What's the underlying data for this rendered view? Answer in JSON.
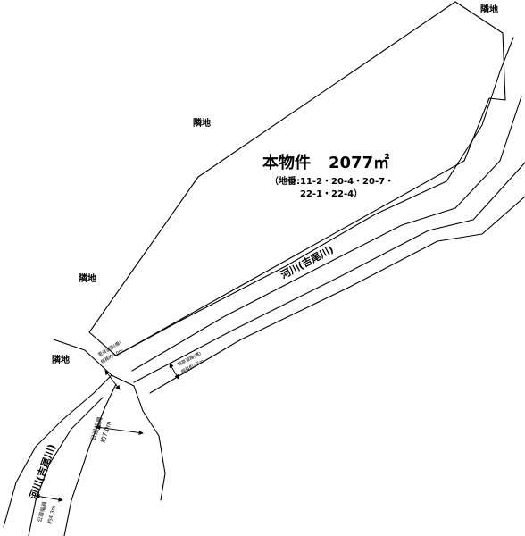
{
  "neighbors": [
    "隣地",
    "隣地",
    "隣地",
    "隣地"
  ],
  "property": {
    "name": "本物件",
    "area": "2077㎡",
    "lot_line1": "（地番:11-2・20-4・20-7・",
    "lot_line2": "22-1・22-4）"
  },
  "river": {
    "upper_label": "河川(吉尾川)",
    "lower_label": "河川(吉尾川)"
  },
  "roads": {
    "bridge_note_1": "里道道路(橋)",
    "bridge_note_2": "幅員約4.0m",
    "farm_note_1": "野原道路(橋)",
    "farm_note_2": "幅員約1.5m",
    "public_road_1": "公道幅員",
    "public_road_2": "約7.0m",
    "public_road_3": "公道幅員",
    "public_road_4": "約4.3m"
  }
}
